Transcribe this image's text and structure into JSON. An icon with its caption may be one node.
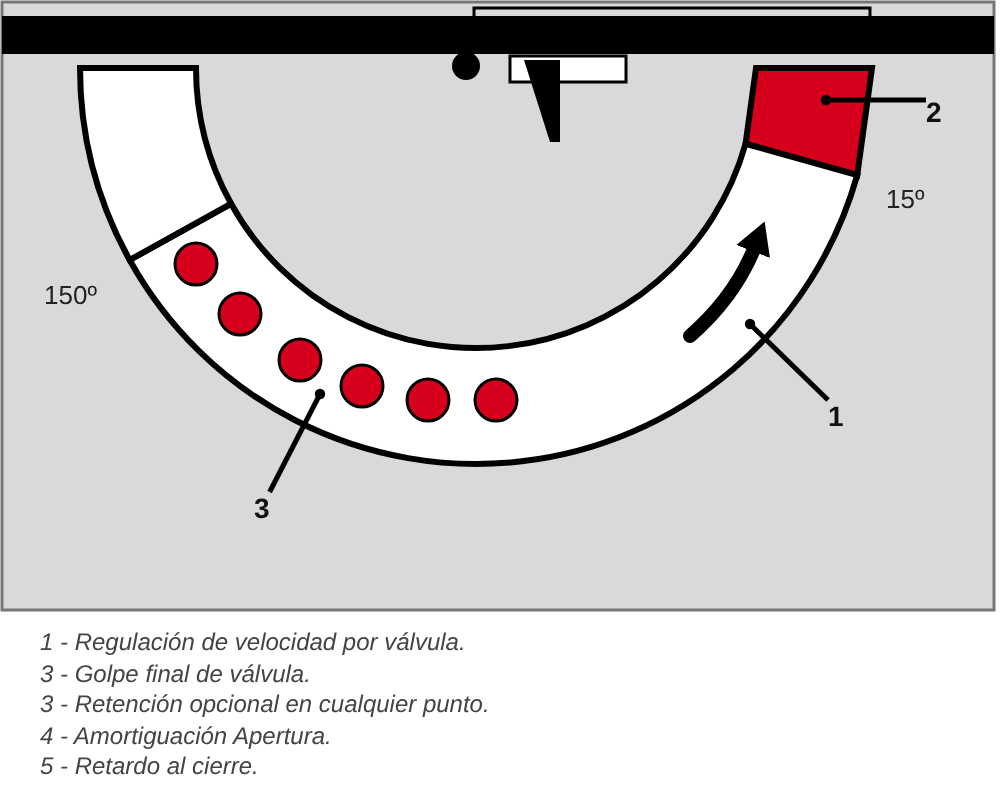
{
  "diagram": {
    "nodes": [
      {
        "text": [],
        "shape": "box"
      },
      {
        "text": [
          "2"
        ]
      },
      {
        "text": [],
        "shape": "bar"
      },
      {
        "text": [
          "1"
        ]
      },
      {
        "text": [
          "3"
        ]
      },
      {
        "text": [],
        "shape": "bar"
      }
    ],
    "edges": [
      {
        "from": 1,
        "to": 0,
        "arrow": "other"
      },
      {
        "from": 3,
        "to": 2,
        "arrow": "other"
      },
      {
        "from": 4,
        "to": 2,
        "arrow": "other"
      }
    ],
    "labels": [
      "15º",
      "150º",
      "1 - Regulación de velocidad por válvula.",
      "3 - Golpe final de válvula.",
      "3 - Retención opcional en cualquier punto.",
      "4 - Amortiguación Apertura.",
      "5 - Retardo al cierre."
    ]
  }
}
